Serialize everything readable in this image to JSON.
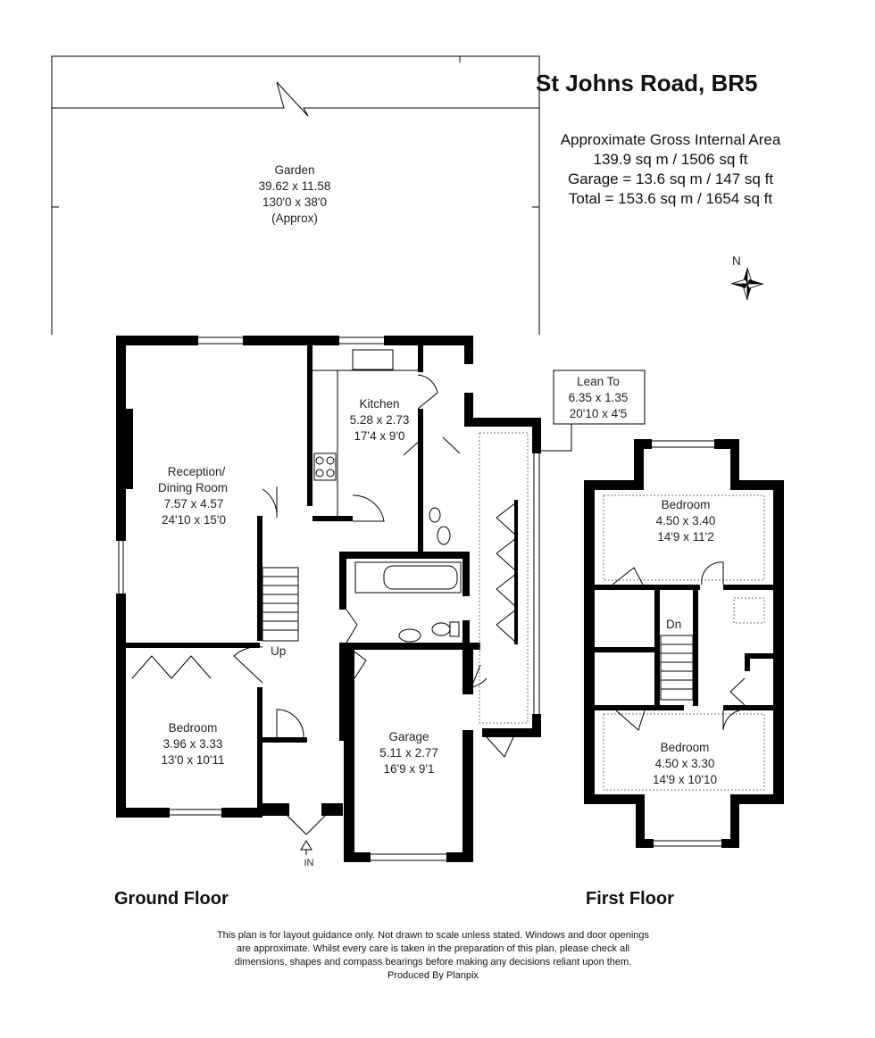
{
  "title": "St Johns Road, BR5",
  "areas": {
    "line1": "Approximate Gross Internal Area",
    "line2": "139.9 sq m / 1506 sq ft",
    "line3": "Garage = 13.6 sq m / 147 sq ft",
    "line4": "Total = 153.6 sq m / 1654 sq ft"
  },
  "compass": {
    "label": "N"
  },
  "rooms": {
    "garden": {
      "name": "Garden",
      "metric": "39.62 x 11.58",
      "imperial": "130'0 x 38'0",
      "note": "(Approx)"
    },
    "reception": {
      "name1": "Reception/",
      "name2": "Dining Room",
      "metric": "7.57 x 4.57",
      "imperial": "24'10 x 15'0"
    },
    "kitchen": {
      "name": "Kitchen",
      "metric": "5.28 x 2.73",
      "imperial": "17'4 x 9'0"
    },
    "lean_to": {
      "name": "Lean To",
      "metric": "6.35 x 1.35",
      "imperial": "20'10 x 4'5"
    },
    "bedroom_ground": {
      "name": "Bedroom",
      "metric": "3.96 x 3.33",
      "imperial": "13'0 x 10'11"
    },
    "garage": {
      "name": "Garage",
      "metric": "5.11 x 2.77",
      "imperial": "16'9 x 9'1"
    },
    "bedroom_first_top": {
      "name": "Bedroom",
      "metric": "4.50 x 3.40",
      "imperial": "14'9 x 11'2"
    },
    "bedroom_first_bottom": {
      "name": "Bedroom",
      "metric": "4.50 x 3.30",
      "imperial": "14'9 x 10'10"
    }
  },
  "stair_labels": {
    "up": "Up",
    "down": "Dn",
    "entrance": "IN"
  },
  "floors": {
    "ground": "Ground Floor",
    "first": "First Floor"
  },
  "disclaimer": {
    "line1": "This plan is for layout guidance only. Not drawn to scale unless stated. Windows and door openings",
    "line2": "are approximate. Whilst every care is taken in the preparation of this plan, please check all",
    "line3": "dimensions, shapes and compass bearings before making any decisions reliant upon them.",
    "line4": "Produced By Planpix"
  }
}
